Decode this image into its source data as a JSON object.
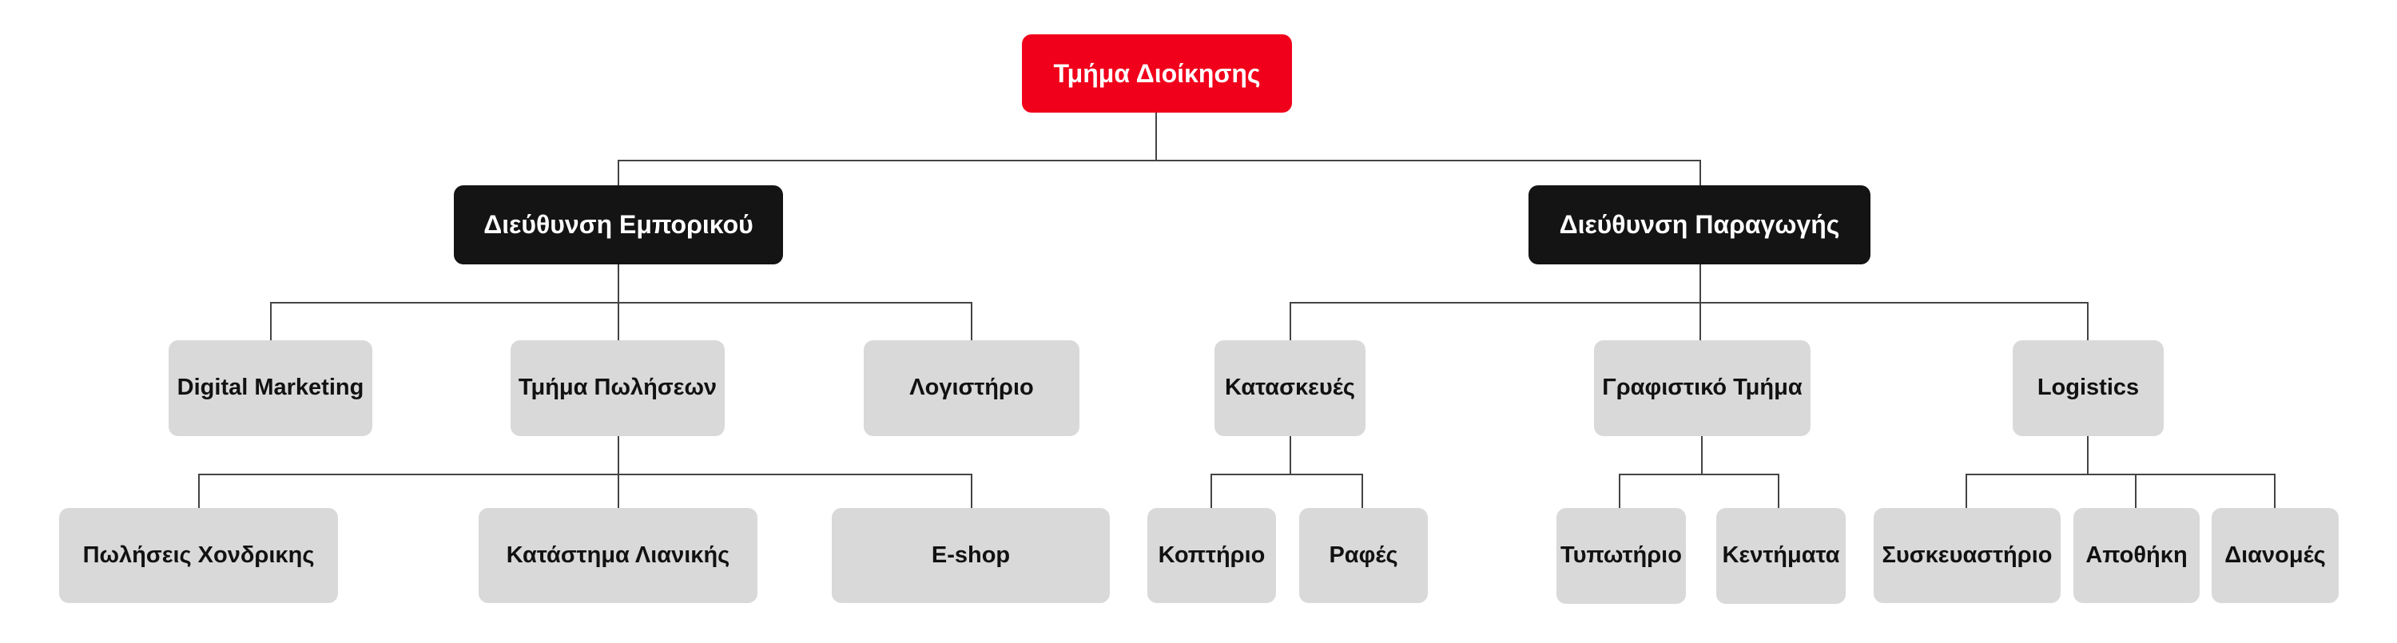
{
  "colors": {
    "root": "#f0001b",
    "director": "#141414",
    "department": "#d9d9d9",
    "connector": "#444444"
  },
  "org": {
    "root": "Τμήμα Διοίκησης",
    "commercial": {
      "label": "Διεύθυνση Εμπορικού",
      "digital_marketing": "Digital Marketing",
      "sales": {
        "label": "Τμήμα Πωλήσεων",
        "wholesale": "Πωλήσεις Χονδρικης",
        "retail": "Κατάστημα Λιανικής",
        "eshop": "E-shop"
      },
      "accounting": "Λογιστήριο"
    },
    "production": {
      "label": "Διεύθυνση Παραγωγής",
      "constructions": {
        "label": "Κατασκευές",
        "cutting": "Κοπτήριο",
        "sewing": "Ραφές"
      },
      "graphics": {
        "label": "Γραφιστικό Τμήμα",
        "printing": "Τυπωτήριο",
        "embroidery": "Κεντήματα"
      },
      "logistics": {
        "label": "Logistics",
        "packaging": "Συσκευαστήριο",
        "warehouse": "Αποθήκη",
        "distribution": "Διανομές"
      }
    }
  }
}
